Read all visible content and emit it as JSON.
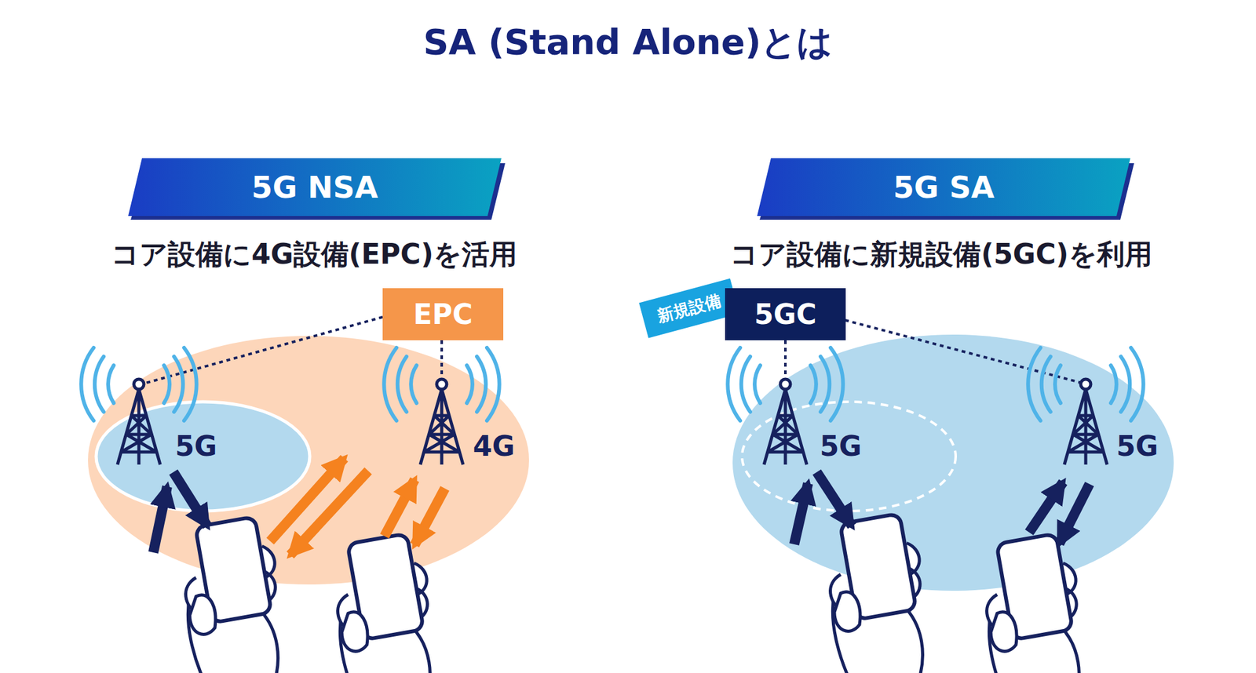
{
  "diagram": {
    "title": "SA (Stand Alone)とは",
    "nodes": [
      {
        "text": [
          "5G NSA"
        ]
      },
      {
        "text": [
          "EPC"
        ]
      },
      {
        "text": [
          "5G SA"
        ]
      },
      {
        "text": [
          "新規設備"
        ]
      },
      {
        "text": [
          "5GC"
        ]
      }
    ],
    "labels": [
      "コア設備に4G設備(EPC)を活用",
      "5G",
      "4G",
      "コア設備に新規設備(5GC)を利用",
      "5G",
      "5G"
    ]
  }
}
